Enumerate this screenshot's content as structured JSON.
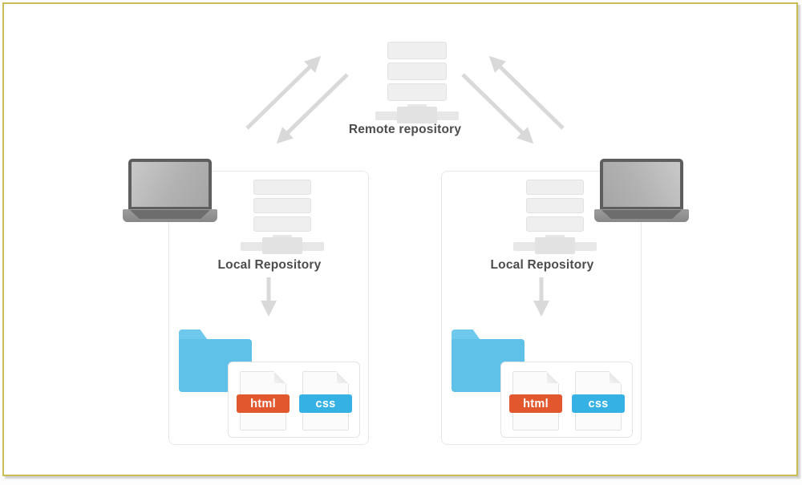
{
  "remote": {
    "label": "Remote repository",
    "icon": "server-stack-icon"
  },
  "boxes": [
    {
      "label": "Local Repository",
      "icons": [
        "laptop-icon",
        "server-stack-icon",
        "down-arrow-icon",
        "folder-icon"
      ],
      "files": [
        {
          "label": "html",
          "color": "#e3572f"
        },
        {
          "label": "css",
          "color": "#35b1e4"
        }
      ]
    },
    {
      "label": "Local Repository",
      "icons": [
        "laptop-icon",
        "server-stack-icon",
        "down-arrow-icon",
        "folder-icon"
      ],
      "files": [
        {
          "label": "html",
          "color": "#e3572f"
        },
        {
          "label": "css",
          "color": "#35b1e4"
        }
      ]
    }
  ],
  "arrows": {
    "left_up": "up-right-arrow-icon",
    "left_down": "down-left-arrow-icon",
    "right_up": "up-left-arrow-icon",
    "right_down": "down-right-arrow-icon",
    "box_down": "down-arrow-icon"
  },
  "colors": {
    "frame_border": "#cbbd55",
    "canvas": "#ffffff",
    "arrow": "#d9d9d9",
    "box_border": "#e7e7e7",
    "server_fill": "#efefef",
    "label_text": "#4c4c4c",
    "folder_blue": "#5fc0e8",
    "html_badge": "#e3572f",
    "css_badge": "#35b1e4",
    "laptop_bezel": "#5e5e5e"
  }
}
